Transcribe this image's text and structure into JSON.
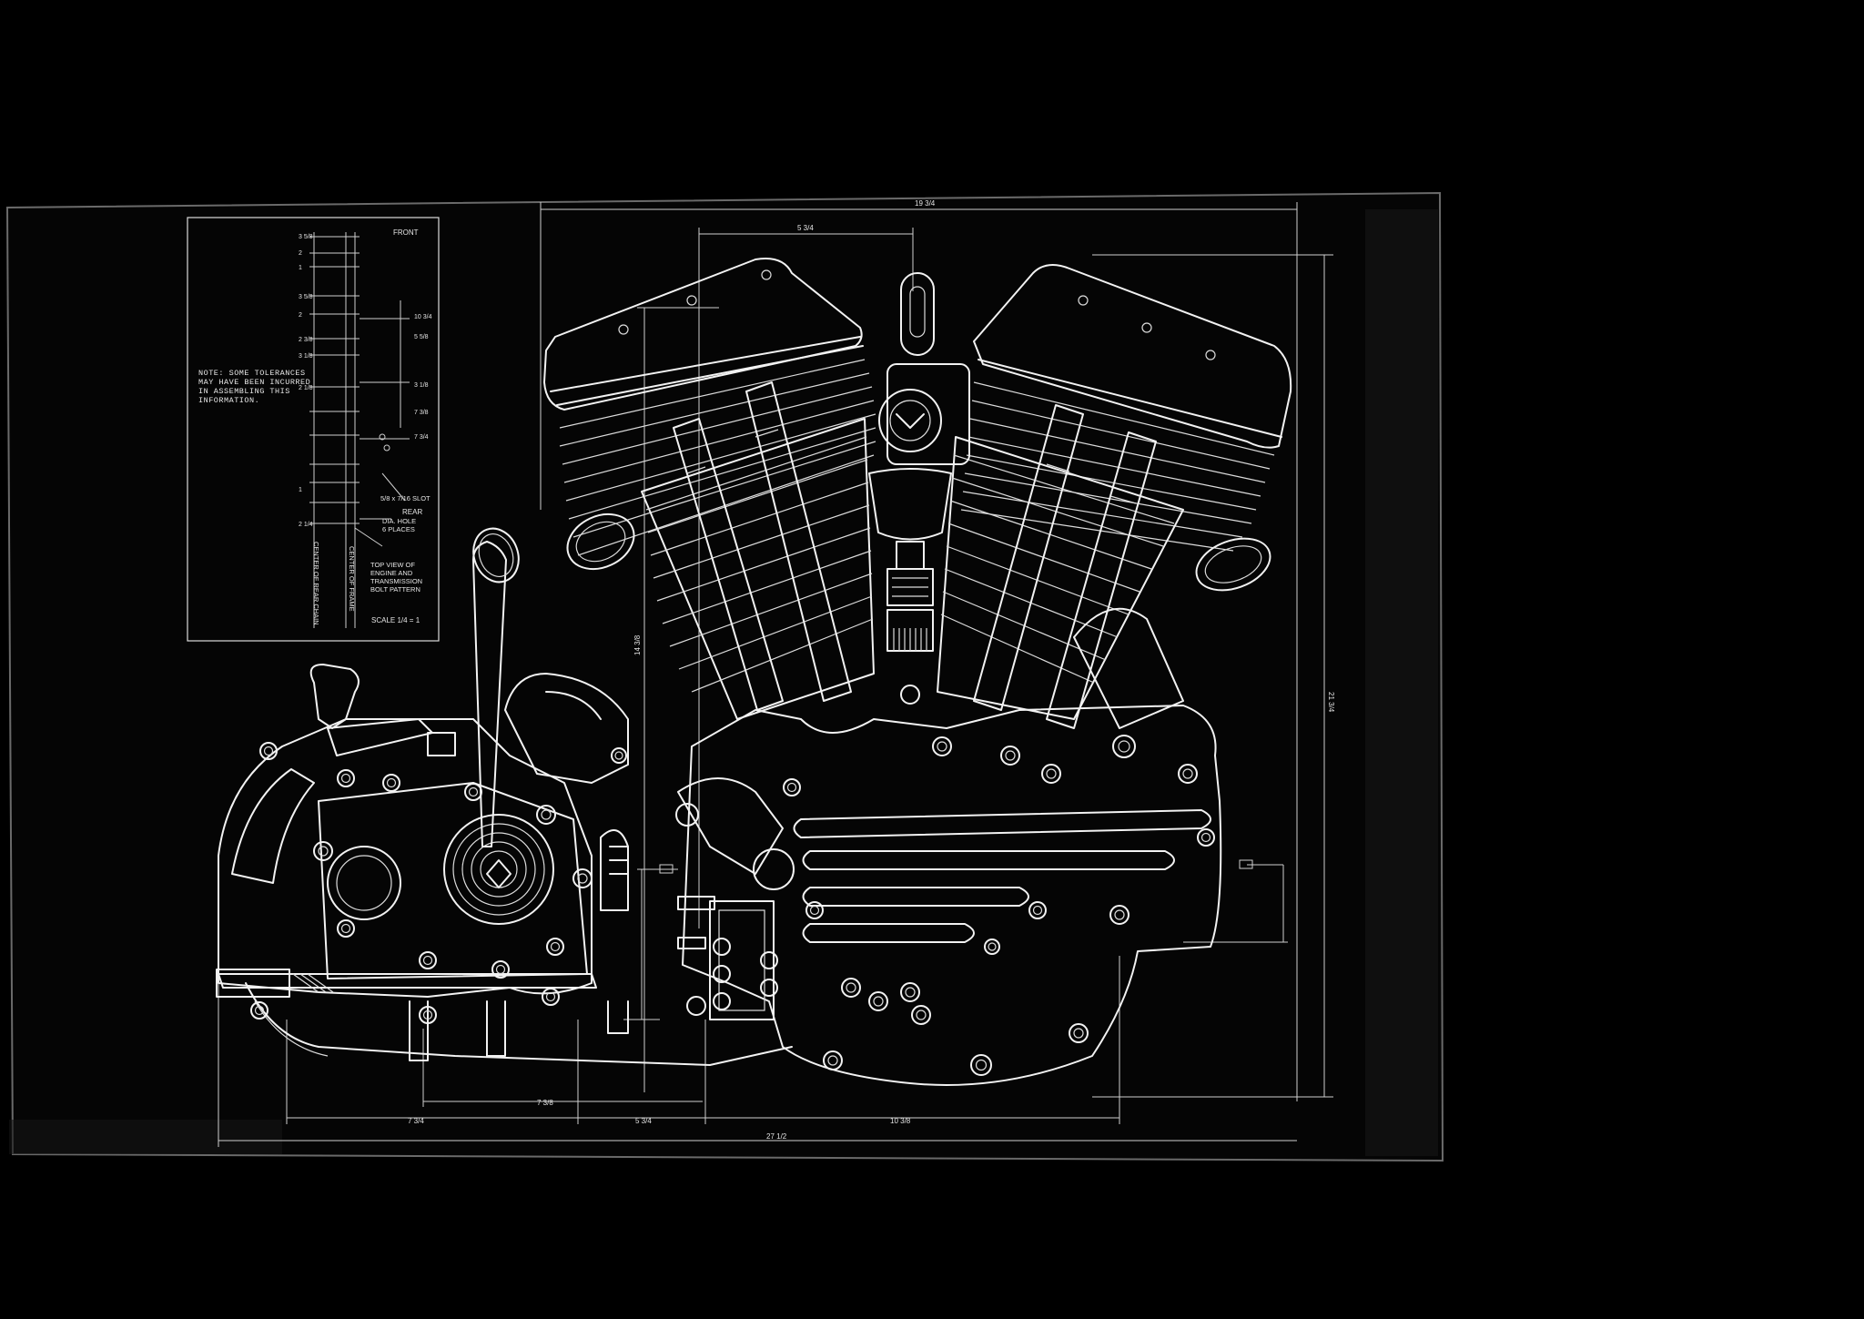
{
  "notes": {
    "tolerance_note": [
      "NOTE: SOME TOLERANCES",
      "MAY HAVE BEEN INCURRED",
      "IN ASSEMBLING THIS",
      "INFORMATION."
    ]
  },
  "inset": {
    "front_label": "FRONT",
    "rear_label": "REAR",
    "slot_label": "5/8 x 7/16 SLOT",
    "hole_label": [
      "DIA. HOLE",
      "6 PLACES"
    ],
    "title": [
      "TOP VIEW OF",
      "ENGINE AND",
      "TRANSMISSION",
      "BOLT PATTERN"
    ],
    "scale": "SCALE  1/4 = 1",
    "center_frame": "CENTER OF FRAME",
    "center_rear_chain": "CENTER OF REAR CHAIN",
    "dims_left": [
      "3 5/8",
      "2",
      "1",
      "3 5/8",
      "2",
      "2 3/8",
      "3 1/8",
      "2 1/8",
      "1",
      "2 1/4"
    ],
    "dims_right": [
      "10 3/4",
      "5 5/8",
      "3 1/8",
      "7 3/8",
      "7 3/4"
    ]
  },
  "dimensions": {
    "top_overall": "19 3/4",
    "top_inner": "5 3/4",
    "right_height": "21 3/4",
    "left_height": "14 3/8",
    "bottom_overall": "27 1/2",
    "bottom_segments": [
      "7 3/4",
      "5 3/4",
      "10 3/8"
    ],
    "bottom_inner": "7 3/8"
  }
}
